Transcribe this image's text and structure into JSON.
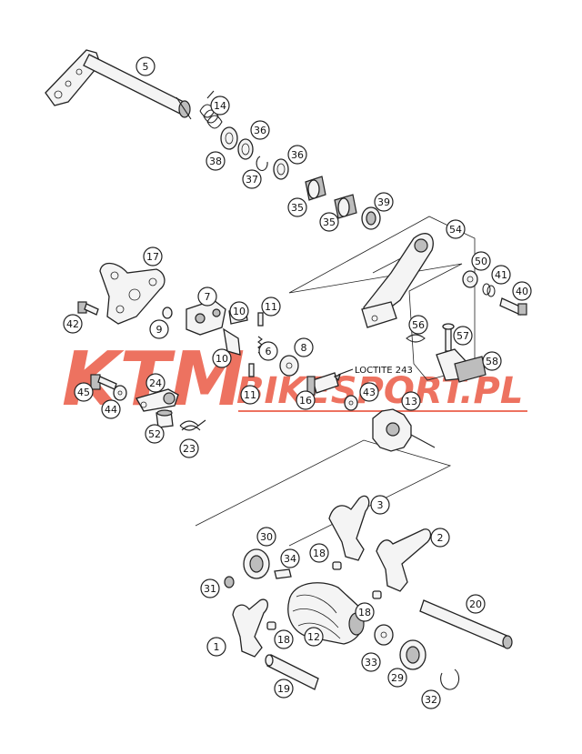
{
  "watermark": {
    "brand": "KTM",
    "site": "BIKESPORT.PL",
    "color": "#e8442c"
  },
  "annotation": {
    "loctite": "LOCTITE 243"
  },
  "callouts": [
    {
      "id": "c1",
      "num": "1"
    },
    {
      "id": "c2",
      "num": "2"
    },
    {
      "id": "c3",
      "num": "3"
    },
    {
      "id": "c5",
      "num": "5"
    },
    {
      "id": "c6",
      "num": "6"
    },
    {
      "id": "c7",
      "num": "7"
    },
    {
      "id": "c8",
      "num": "8"
    },
    {
      "id": "c9",
      "num": "9"
    },
    {
      "id": "c10a",
      "num": "10"
    },
    {
      "id": "c10b",
      "num": "10"
    },
    {
      "id": "c11a",
      "num": "11"
    },
    {
      "id": "c11b",
      "num": "11"
    },
    {
      "id": "c12",
      "num": "12"
    },
    {
      "id": "c13",
      "num": "13"
    },
    {
      "id": "c14",
      "num": "14"
    },
    {
      "id": "c16",
      "num": "16"
    },
    {
      "id": "c17",
      "num": "17"
    },
    {
      "id": "c18a",
      "num": "18"
    },
    {
      "id": "c18b",
      "num": "18"
    },
    {
      "id": "c18c",
      "num": "18"
    },
    {
      "id": "c19",
      "num": "19"
    },
    {
      "id": "c20",
      "num": "20"
    },
    {
      "id": "c23",
      "num": "23"
    },
    {
      "id": "c24",
      "num": "24"
    },
    {
      "id": "c29",
      "num": "29"
    },
    {
      "id": "c30",
      "num": "30"
    },
    {
      "id": "c31",
      "num": "31"
    },
    {
      "id": "c32",
      "num": "32"
    },
    {
      "id": "c33",
      "num": "33"
    },
    {
      "id": "c34",
      "num": "34"
    },
    {
      "id": "c35a",
      "num": "35"
    },
    {
      "id": "c35b",
      "num": "35"
    },
    {
      "id": "c36a",
      "num": "36"
    },
    {
      "id": "c36b",
      "num": "36"
    },
    {
      "id": "c37",
      "num": "37"
    },
    {
      "id": "c38",
      "num": "38"
    },
    {
      "id": "c39",
      "num": "39"
    },
    {
      "id": "c40",
      "num": "40"
    },
    {
      "id": "c41",
      "num": "41"
    },
    {
      "id": "c42",
      "num": "42"
    },
    {
      "id": "c43",
      "num": "43"
    },
    {
      "id": "c44",
      "num": "44"
    },
    {
      "id": "c45",
      "num": "45"
    },
    {
      "id": "c50",
      "num": "50"
    },
    {
      "id": "c52",
      "num": "52"
    },
    {
      "id": "c54",
      "num": "54"
    },
    {
      "id": "c56",
      "num": "56"
    },
    {
      "id": "c57",
      "num": "57"
    },
    {
      "id": "c58",
      "num": "58"
    }
  ]
}
